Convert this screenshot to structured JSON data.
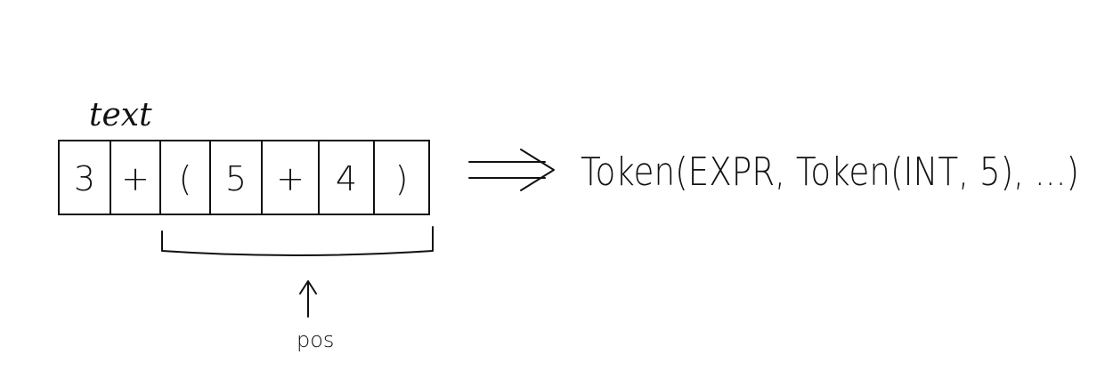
{
  "diagram": {
    "array_label": "text",
    "cells": [
      "3",
      "+",
      "(",
      "5",
      "+",
      "4",
      ")"
    ],
    "result": "Token(EXPR, Token(INT, 5), ...)",
    "pointer_label": "pos"
  }
}
